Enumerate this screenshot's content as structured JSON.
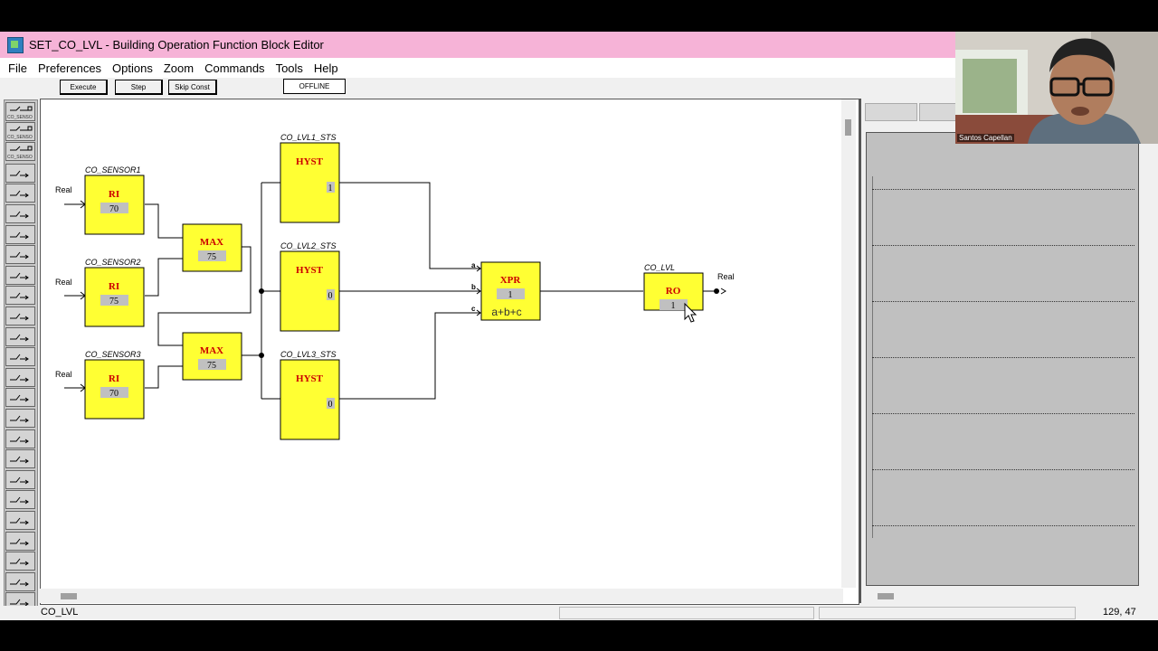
{
  "window": {
    "title": "SET_CO_LVL - Building Operation Function Block Editor"
  },
  "menu": [
    "File",
    "Preferences",
    "Options",
    "Zoom",
    "Commands",
    "Tools",
    "Help"
  ],
  "toolbar": {
    "execute": "Execute",
    "step": "Step",
    "skip_const": "Skip Const",
    "mode": "OFFLINE"
  },
  "palette": {
    "labels": [
      "CO_SENSO",
      "CO_SENSO",
      "CO_SENSO"
    ]
  },
  "diagram": {
    "input_type_label": "Real",
    "output_type_label": "Real",
    "sensors": [
      {
        "name": "CO_SENSOR1",
        "type": "RI",
        "value": "70"
      },
      {
        "name": "CO_SENSOR2",
        "type": "RI",
        "value": "75"
      },
      {
        "name": "CO_SENSOR3",
        "type": "RI",
        "value": "70"
      }
    ],
    "max_blocks": [
      {
        "type": "MAX",
        "value": "75"
      },
      {
        "type": "MAX",
        "value": "75"
      }
    ],
    "hyst_blocks": [
      {
        "name": "CO_LVL1_STS",
        "type": "HYST",
        "value": "1"
      },
      {
        "name": "CO_LVL2_STS",
        "type": "HYST",
        "value": "0"
      },
      {
        "name": "CO_LVL3_STS",
        "type": "HYST",
        "value": "0"
      }
    ],
    "xpr": {
      "type": "XPR",
      "value": "1",
      "expression": "a+b+c",
      "pins": [
        "a",
        "b",
        "c"
      ]
    },
    "output": {
      "name": "CO_LVL",
      "type": "RO",
      "value": "1"
    }
  },
  "status": {
    "name": "CO_LVL",
    "coords": "129, 47"
  },
  "webcam": {
    "participant": "Santos Capellan"
  },
  "colors": {
    "title_bar": "#f6b3d7",
    "block_fill": "#ffff33",
    "block_label": "#cc0000",
    "value_box": "#c0c0c0"
  }
}
